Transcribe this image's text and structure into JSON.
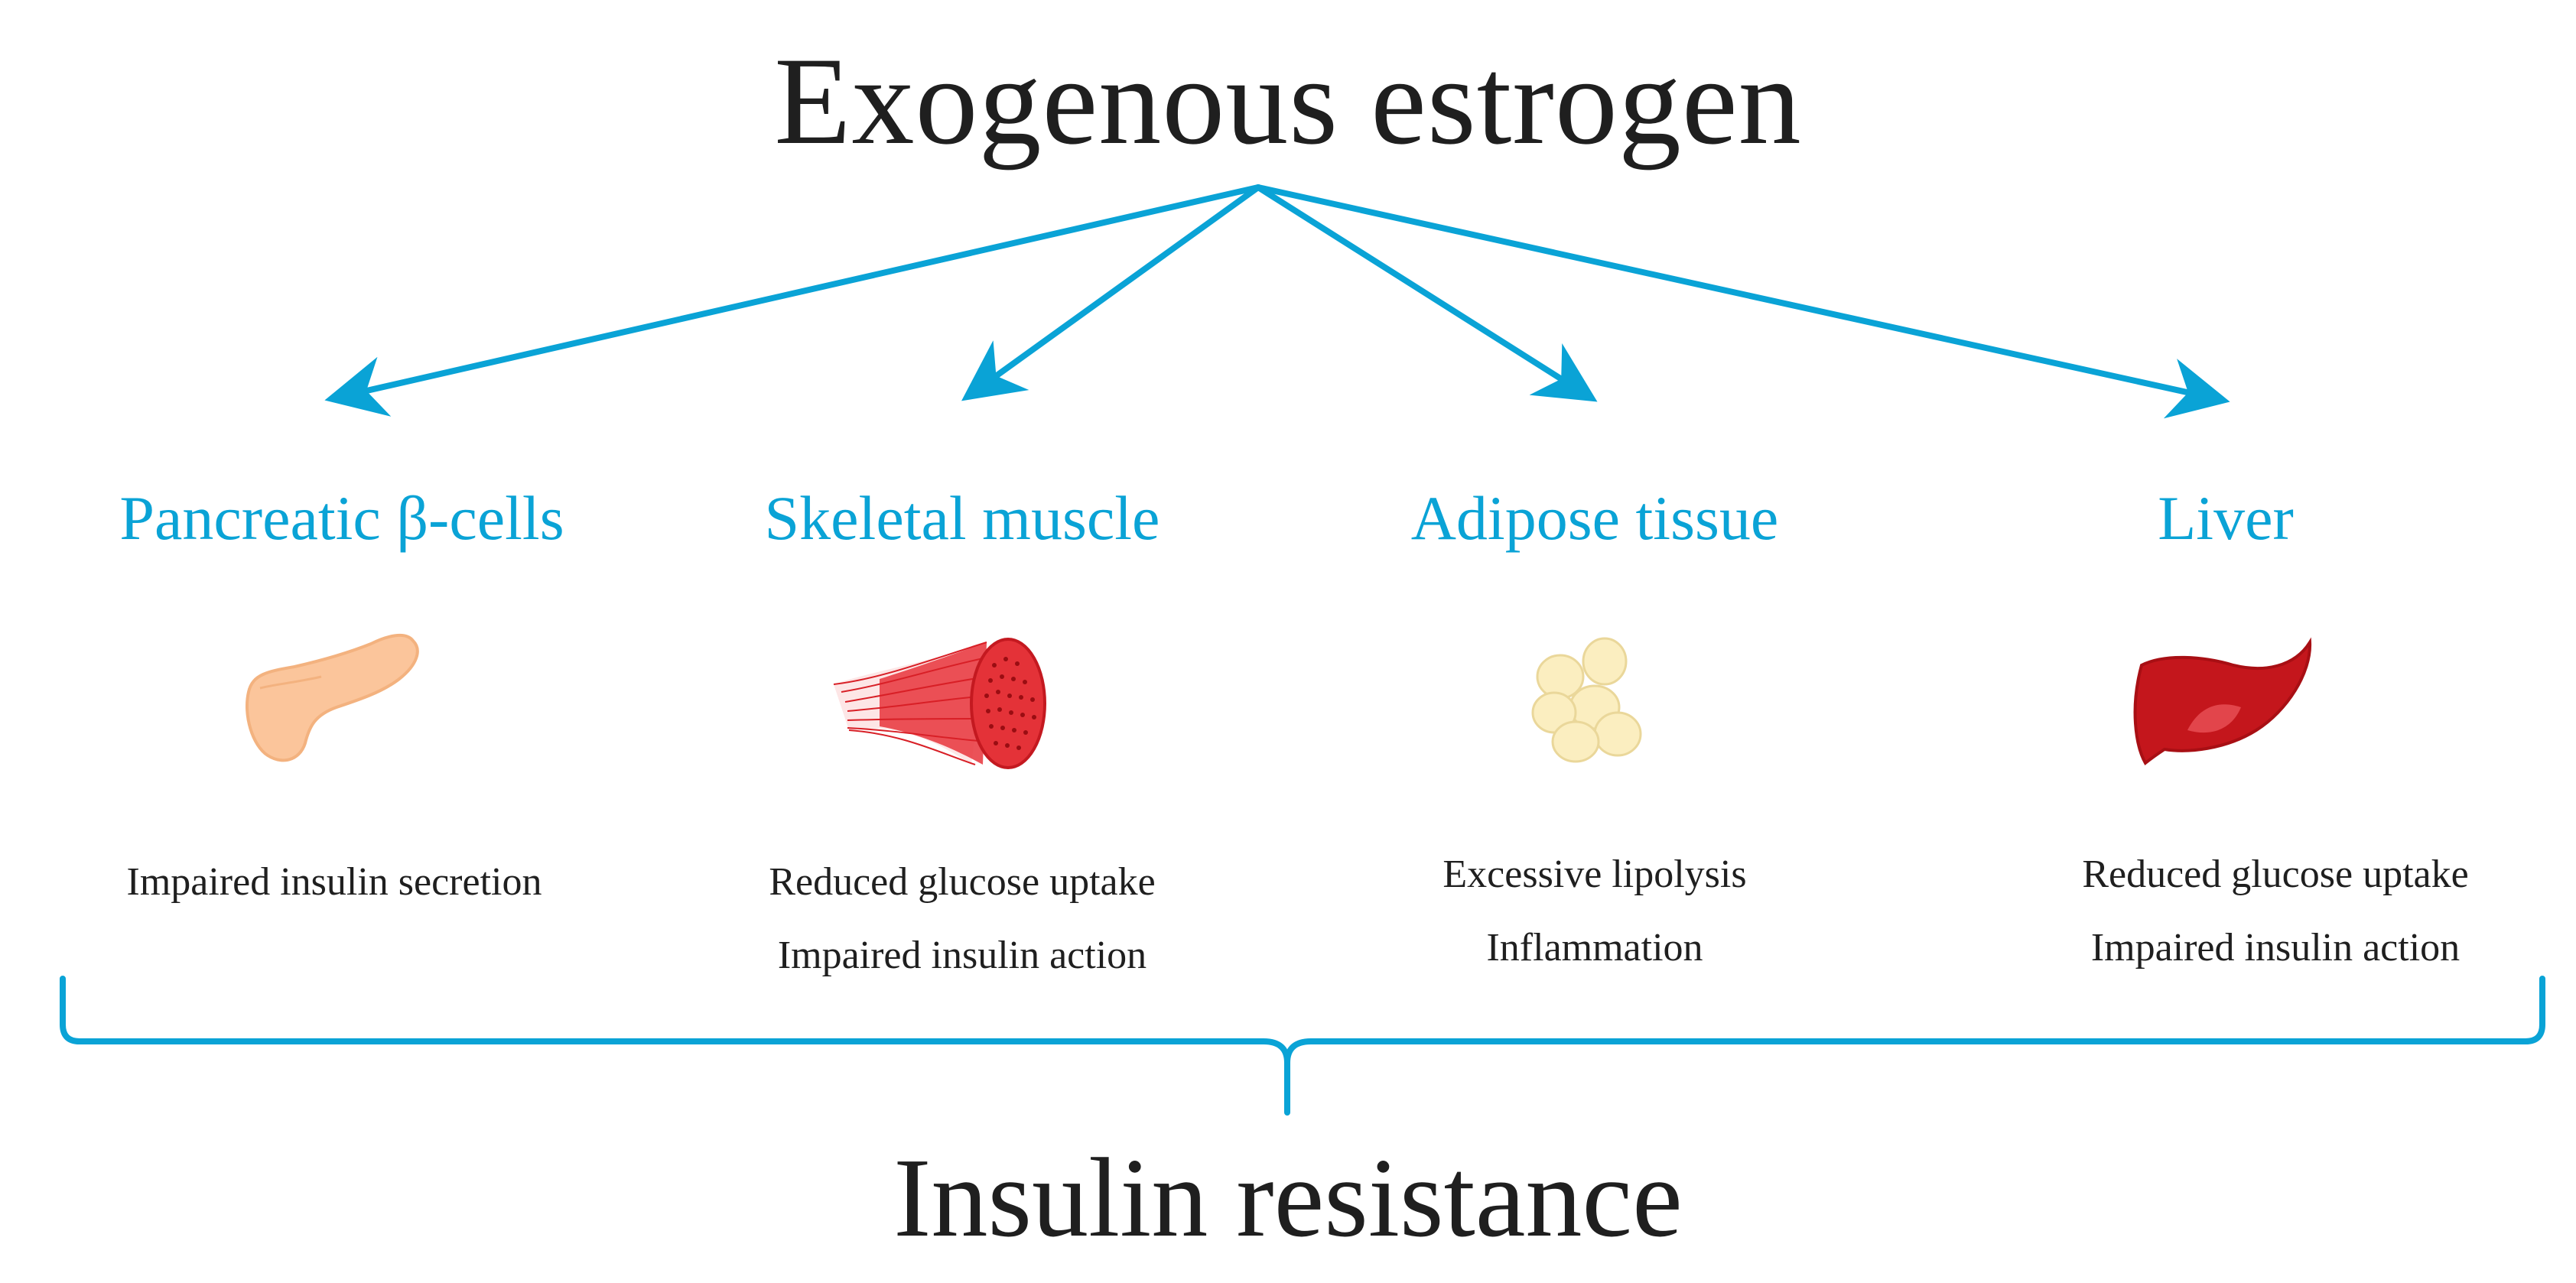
{
  "diagram": {
    "title": "Exogenous estrogen",
    "bottom_title": "Insulin resistance",
    "accent_color": "#0aa3d6",
    "targets": [
      {
        "label": "Pancreatic β-cells",
        "icon": "pancreas-icon",
        "effects": [
          "Impaired insulin secretion"
        ]
      },
      {
        "label": "Skeletal muscle",
        "icon": "muscle-icon",
        "effects": [
          "Reduced glucose uptake",
          "Impaired insulin action"
        ]
      },
      {
        "label": "Adipose tissue",
        "icon": "adipose-icon",
        "effects": [
          "Excessive lipolysis",
          "Inflammation"
        ]
      },
      {
        "label": "Liver",
        "icon": "liver-icon",
        "effects": [
          "Reduced glucose uptake",
          "Impaired insulin action"
        ]
      }
    ]
  }
}
